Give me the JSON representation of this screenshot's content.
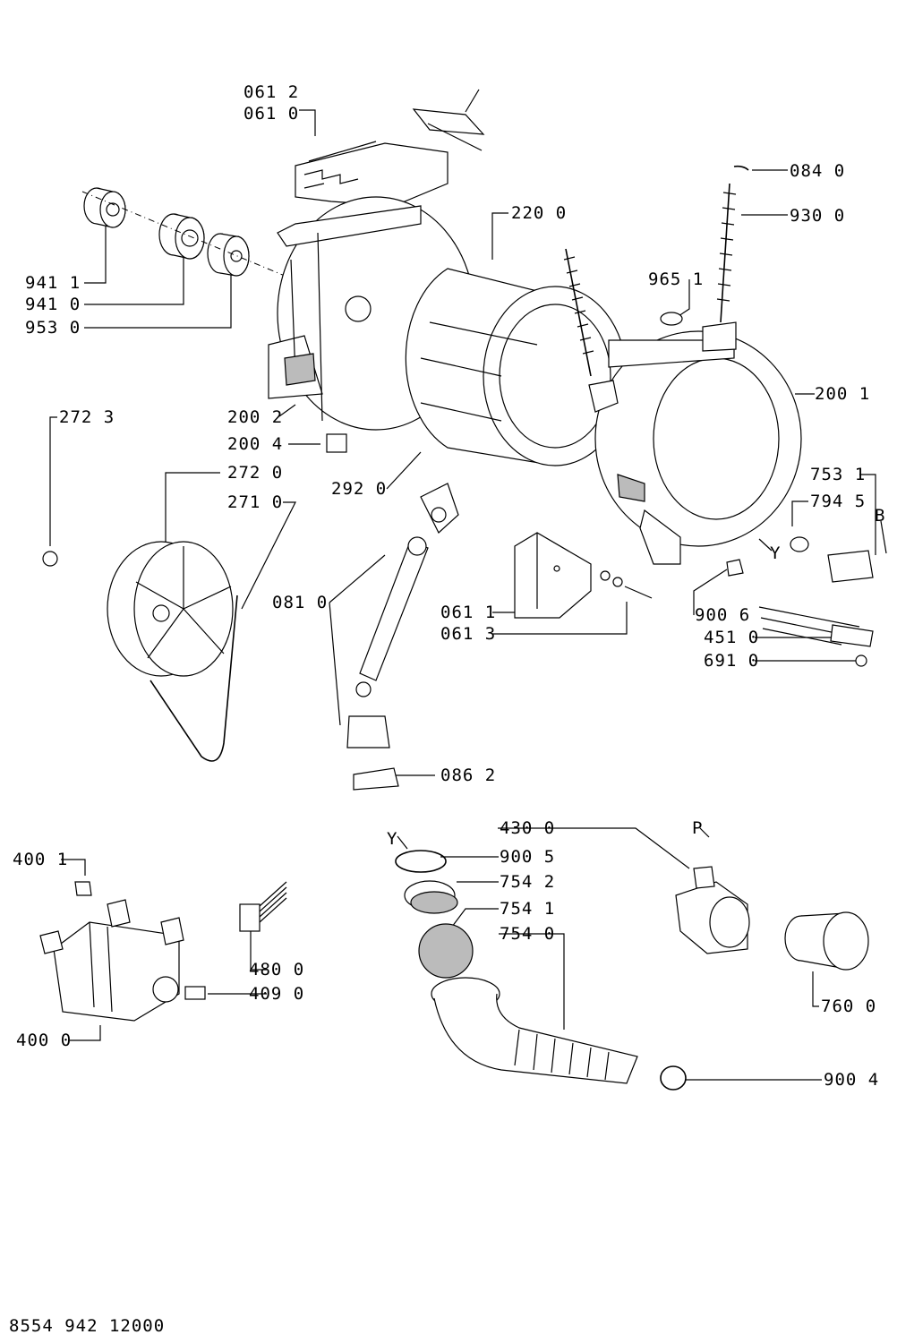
{
  "parts": {
    "p0612": "061 2",
    "p0610": "061 0",
    "p0840": "084 0",
    "p2200": "220 0",
    "p9300": "930 0",
    "p9411": "941 1",
    "p9410": "941 0",
    "p9530": "953 0",
    "p9651": "965 1",
    "p2723": "272 3",
    "p2002": "200 2",
    "p2001": "200 1",
    "p2004": "200 4",
    "p7531": "753 1",
    "p2720": "272 0",
    "p2920": "292 0",
    "p7945": "794 5",
    "p2710": "271 0",
    "pB": "B",
    "pY1": "Y",
    "p0810": "081 0",
    "p0611": "061 1",
    "p0613": "061 3",
    "p9006": "900 6",
    "p4510": "451 0",
    "p6910": "691 0",
    "p0862": "086 2",
    "p4300": "430 0",
    "pP": "P",
    "pY2": "Y",
    "p9005": "900 5",
    "p4001": "400 1",
    "p7542": "754 2",
    "p7541": "754 1",
    "p7540": "754 0",
    "p4800": "480 0",
    "p4090": "409 0",
    "p7600": "760 0",
    "p4000": "400 0",
    "p9004": "900 4"
  },
  "document_code": "8554 942 12000"
}
